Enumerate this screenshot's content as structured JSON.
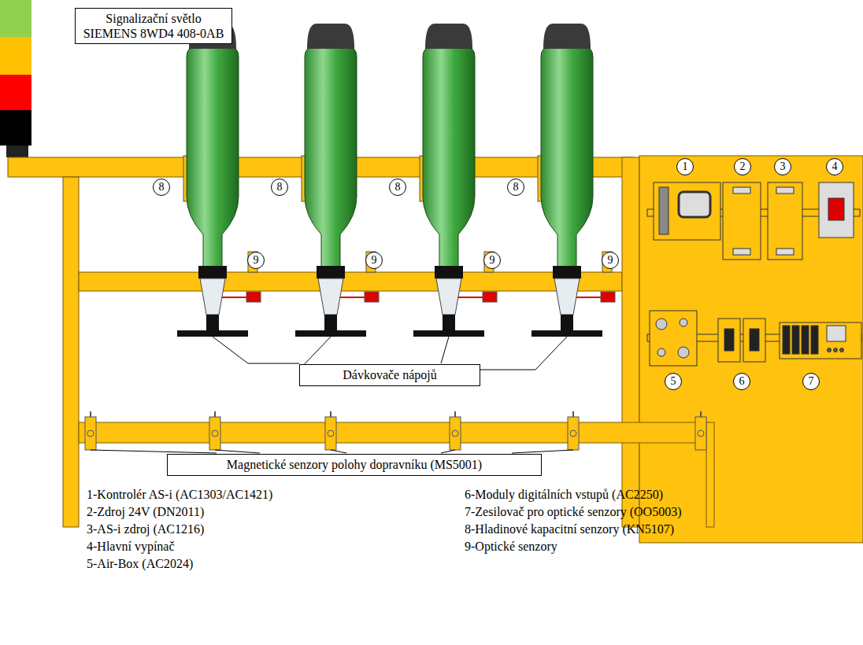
{
  "diagram": {
    "nodes": [
      {
        "text": [
          "Signalizační světlo SIEMENS 8WD4 408-0AB"
        ]
      },
      {
        "text": [
          "1"
        ]
      },
      {
        "text": [
          "2"
        ]
      },
      {
        "text": [
          "3"
        ]
      },
      {
        "text": [
          "4"
        ]
      },
      {
        "text": [
          "8"
        ]
      },
      {
        "text": [
          "8"
        ]
      },
      {
        "text": [
          "8"
        ]
      },
      {
        "text": [
          "8"
        ]
      },
      {
        "text": [
          "9"
        ]
      },
      {
        "text": [
          "9"
        ]
      },
      {
        "text": [
          "9"
        ]
      },
      {
        "text": [
          "9"
        ]
      },
      {
        "text": [
          "5"
        ]
      },
      {
        "text": [
          "6"
        ]
      },
      {
        "text": [
          "7"
        ]
      },
      {
        "text": [
          "Dávkovače nápojů"
        ]
      },
      {
        "text": [
          "Magnetické senzory polohy dopravníku (MS5001)"
        ]
      }
    ],
    "labels": [
      "1-Kontrolér AS-i (AC1303/AC1421)",
      "2-Zdroj 24V (DN2011)",
      "3-AS-i zdroj (AC1216)",
      "4-Hlavní vypínač",
      "5-Air-Box (AC2024)",
      "6-Moduly digitálních vstupů (AC2250)",
      "7-Zesilovač pro optické senzory (OO5003)",
      "8-Hladinové kapacitní senzory (KN5107)",
      "9-Optické senzory"
    ]
  }
}
